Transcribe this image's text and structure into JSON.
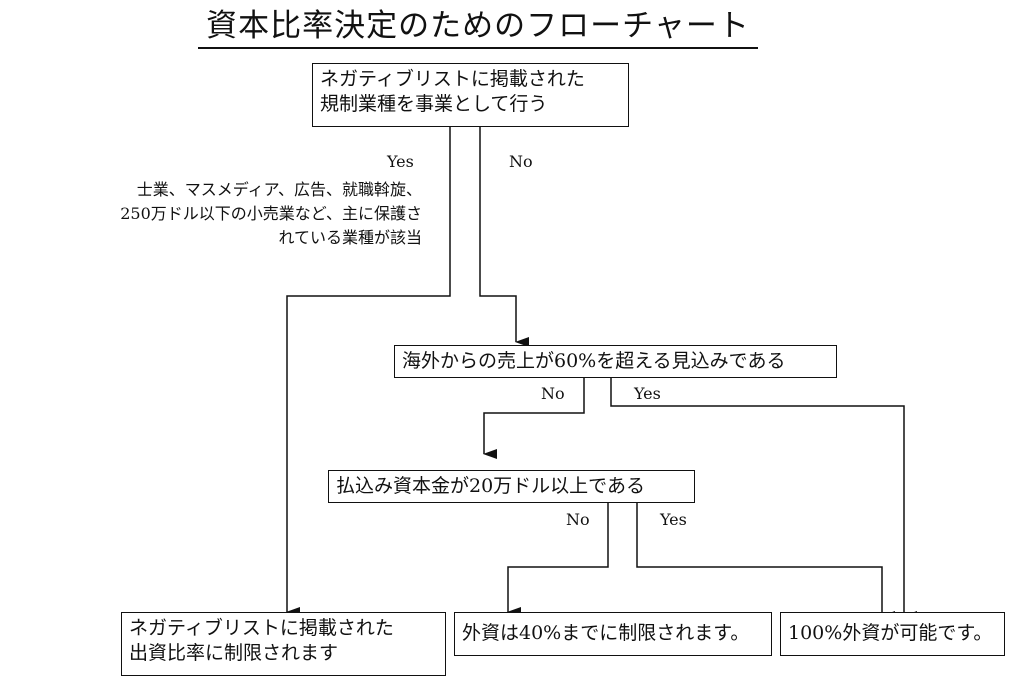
{
  "title": "資本比率決定のためのフローチャート",
  "nodes": {
    "q1": {
      "lines": [
        "ネガティブリストに掲載された",
        "規制業種を事業として行う"
      ]
    },
    "q2": {
      "lines": [
        "海外からの売上が60%を超える見込みである"
      ]
    },
    "q3": {
      "lines": [
        "払込み資本金が20万ドル以上である"
      ]
    },
    "r1": {
      "lines": [
        "ネガティブリストに掲載された",
        "出資比率に制限されます"
      ]
    },
    "r2": {
      "lines": [
        "外資は40%までに制限されます。"
      ]
    },
    "r3": {
      "lines": [
        "100%外資が可能です。"
      ]
    }
  },
  "labels": {
    "q1_yes": "Yes",
    "q1_no": "No",
    "q2_no": "No",
    "q2_yes": "Yes",
    "q3_no": "No",
    "q3_yes": "Yes"
  },
  "note": {
    "lines": [
      "士業、マスメディア、広告、就職斡旋、",
      "250万ドル以下の小売業など、主に保護さ",
      "れている業種が該当"
    ]
  }
}
